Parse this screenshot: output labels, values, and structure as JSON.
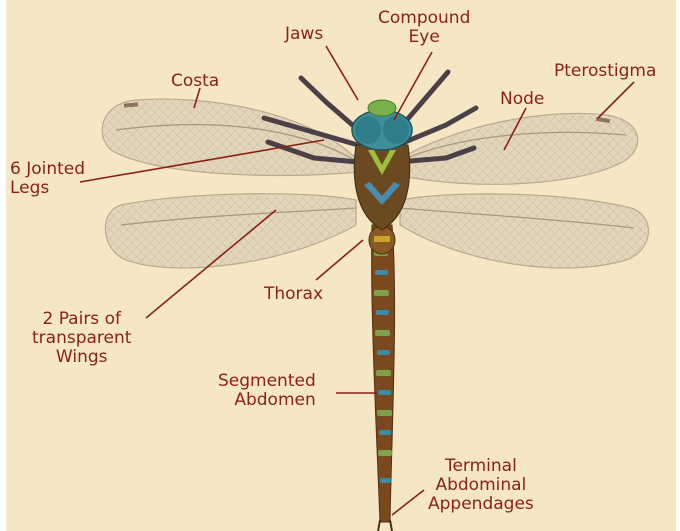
{
  "diagram": {
    "colors": {
      "background": "#f6e7c4",
      "label_text": "#8c1f16",
      "leader_line": "#8c1f16",
      "wing_fill": "#e2d6ba",
      "wing_vein": "#b8aa8a",
      "body_brown": "#7a4a1e",
      "body_green": "#7aa34a",
      "body_blue": "#3b8ca8",
      "leg_color": "#4b4048"
    },
    "labels": {
      "jaws": "Jaws",
      "compound_eye_1": "Compound",
      "compound_eye_2": "Eye",
      "costa": "Costa",
      "pterostigma": "Pterostigma",
      "node": "Node",
      "legs_1": "6 Jointed",
      "legs_2": "Legs",
      "thorax": "Thorax",
      "wings_1": "2 Pairs of",
      "wings_2": "transparent",
      "wings_3": "Wings",
      "abdomen_1": "Segmented",
      "abdomen_2": "Abdomen",
      "appendages_1": "Terminal",
      "appendages_2": "Abdominal",
      "appendages_3": "Appendages"
    }
  }
}
